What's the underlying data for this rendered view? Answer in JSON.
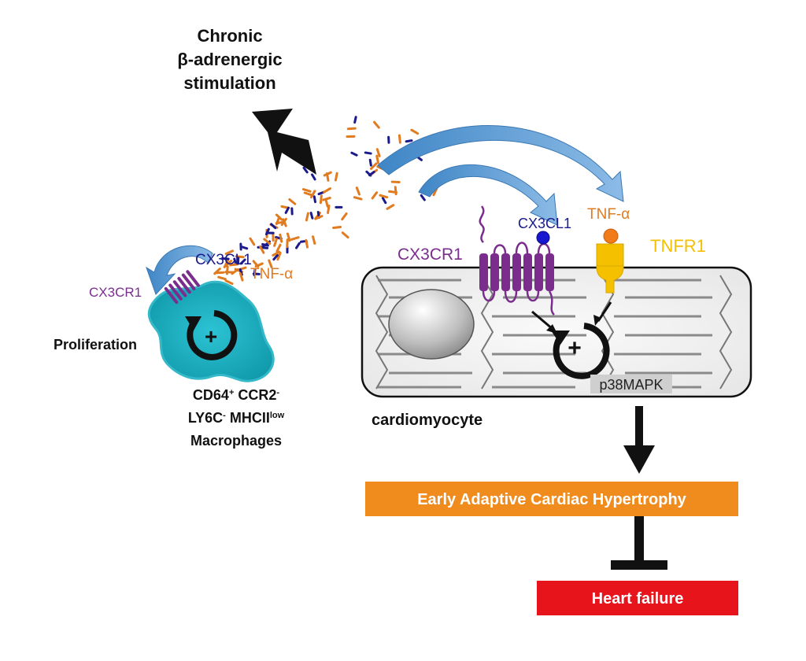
{
  "stimulus": {
    "line1": "Chronic",
    "line2": "β-adrenergic",
    "line3": "stimulation"
  },
  "macrophage": {
    "cx3cl1": "CX3CL1",
    "tnf": "TNF-α",
    "cx3cr1": "CX3CR1",
    "proliferation": "Proliferation",
    "plus": "+",
    "markers": {
      "cd64": "CD64",
      "cd64_sup": "+",
      "ccr2": " CCR2",
      "ccr2_sup": "-",
      "ly6c": "LY6C",
      "ly6c_sup": "-",
      "mhcii": " MHCII",
      "mhcii_sup": "low",
      "cells": "Macrophages"
    }
  },
  "cardiomyocyte": {
    "label": "cardiomyocyte",
    "cx3cr1": "CX3CR1",
    "cx3cl1": "CX3CL1",
    "tnf": "TNF-α",
    "tnfr1": "TNFR1",
    "p38": "p38MAPK",
    "plus": "+"
  },
  "outcomes": {
    "hypertrophy": "Early Adaptive Cardiac Hypertrophy",
    "failure": "Heart failure"
  },
  "colors": {
    "cx3cr1_purple": "#7b2d8e",
    "cx3cl1_blue": "#1a1a8c",
    "tnf_orange": "#e07b20",
    "tnfr1_yellow": "#f5c000",
    "macrophage_teal": "#1fb3c4",
    "arrow_blue": "#5b9bd5",
    "hypertrophy_orange": "#f08c1e",
    "failure_red": "#e8141c"
  }
}
